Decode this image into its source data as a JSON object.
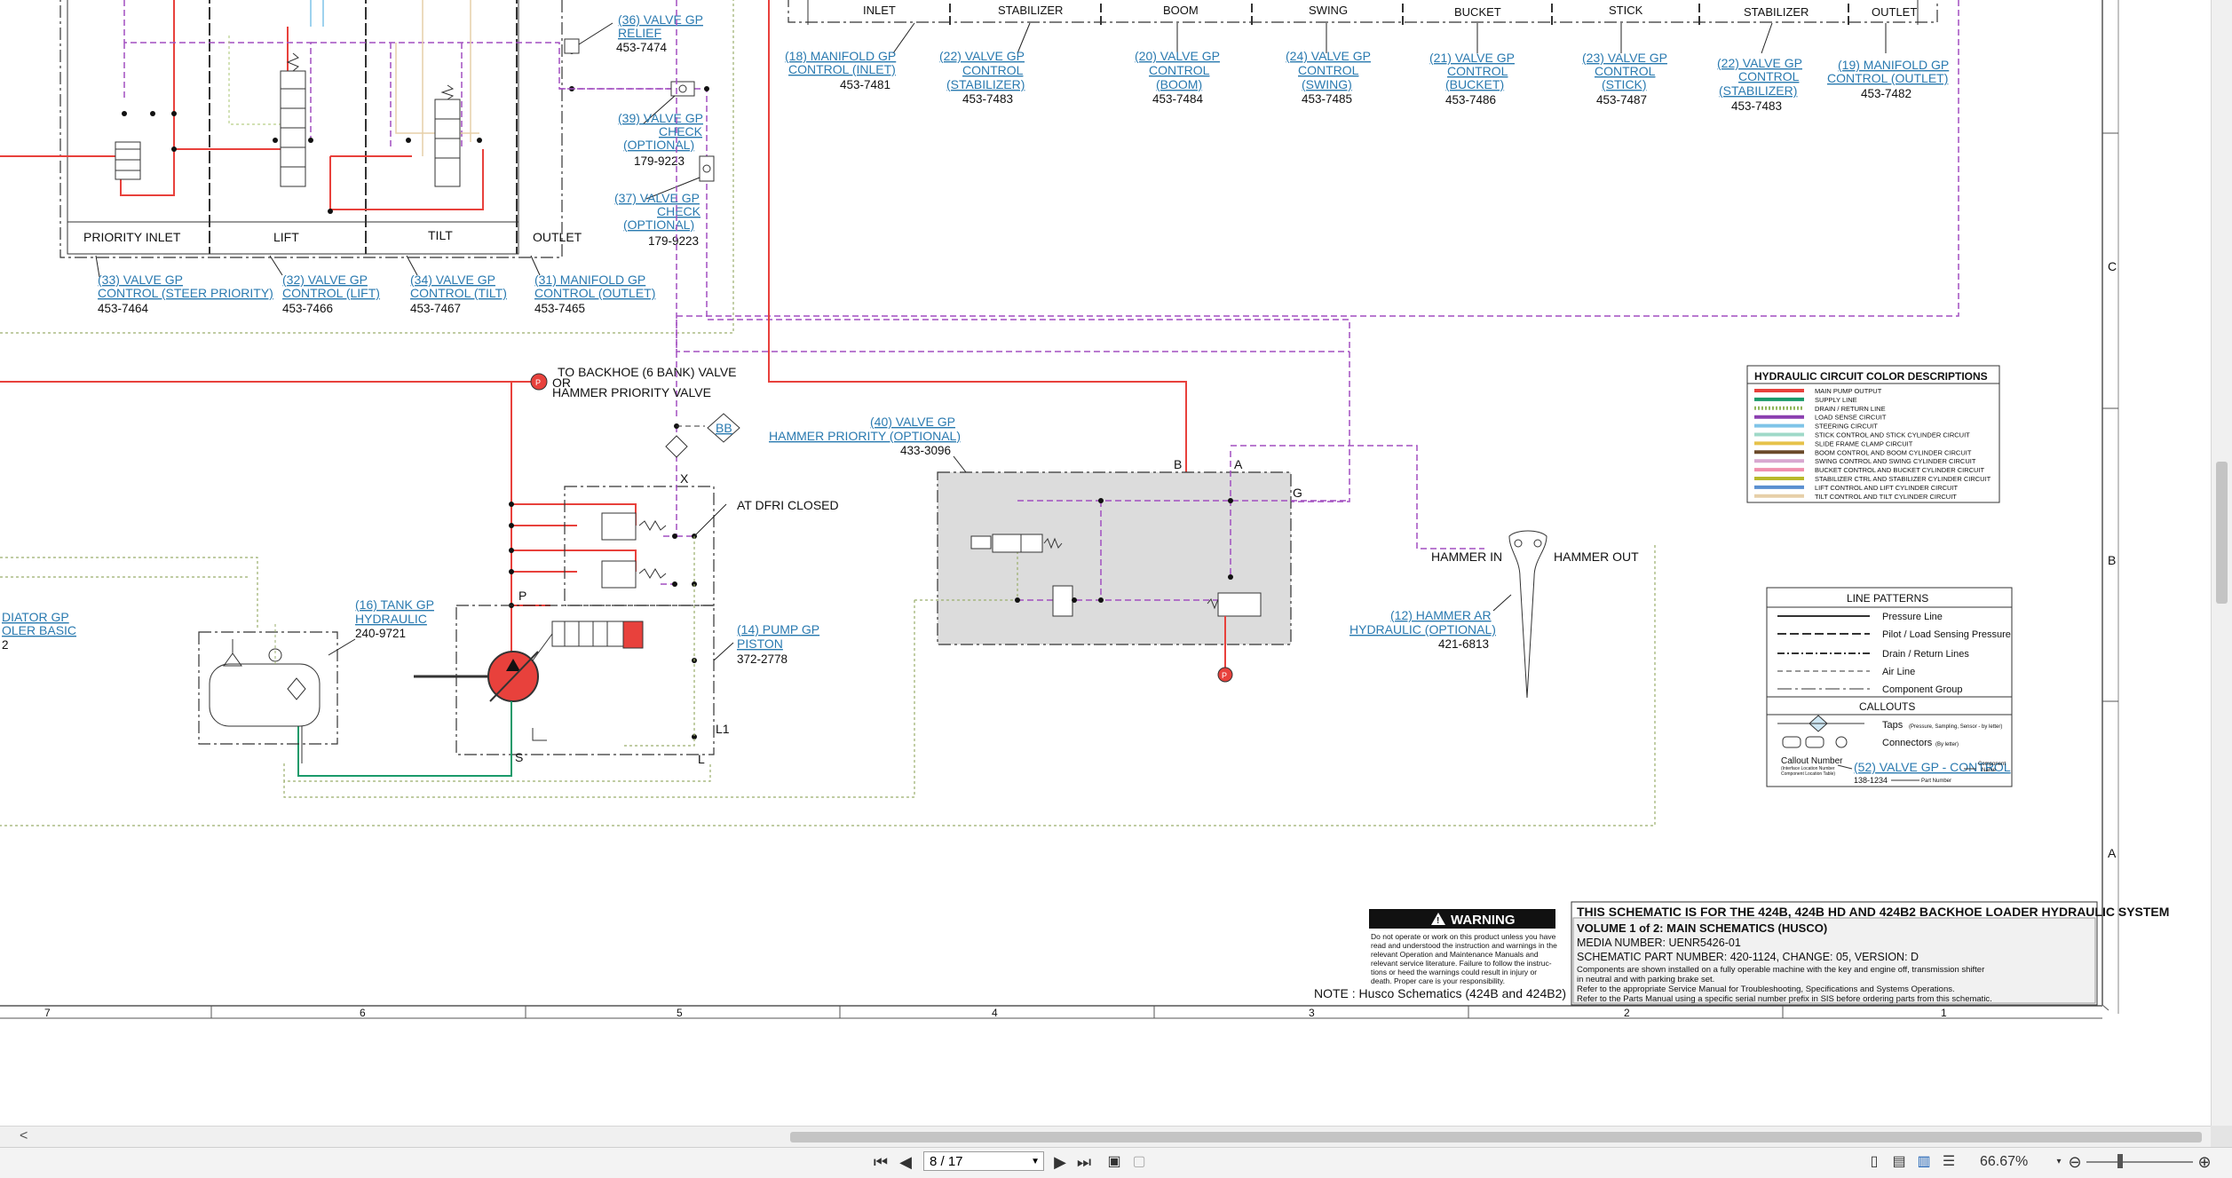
{
  "callouts": {
    "c36": {
      "l1": "(36) VALVE GP",
      "l2": "RELIEF",
      "pn": "453-7474"
    },
    "c39": {
      "l1": "(39) VALVE GP",
      "l2": "CHECK",
      "l3": "(OPTIONAL)",
      "pn": "179-9223"
    },
    "c37": {
      "l1": "(37) VALVE GP",
      "l2": "CHECK",
      "l3": "(OPTIONAL)",
      "pn": "179-9223"
    },
    "c33": {
      "l1": "(33) VALVE GP",
      "l2": "CONTROL (STEER PRIORITY)",
      "pn": "453-7464"
    },
    "c32": {
      "l1": "(32) VALVE GP",
      "l2": "CONTROL (LIFT)",
      "pn": "453-7466"
    },
    "c34": {
      "l1": "(34) VALVE GP",
      "l2": "CONTROL (TILT)",
      "pn": "453-7467"
    },
    "c31": {
      "l1": "(31) MANIFOLD GP",
      "l2": "CONTROL (OUTLET)",
      "pn": "453-7465"
    },
    "c18": {
      "l1": "(18) MANIFOLD GP",
      "l2": "CONTROL (INLET)",
      "pn": "453-7481"
    },
    "c22a": {
      "l1": "(22) VALVE GP",
      "l2": "CONTROL",
      "l3": "(STABILIZER)",
      "pn": "453-7483"
    },
    "c20": {
      "l1": "(20) VALVE GP",
      "l2": "CONTROL",
      "l3": "(BOOM)",
      "pn": "453-7484"
    },
    "c24": {
      "l1": "(24) VALVE GP",
      "l2": "CONTROL",
      "l3": "(SWING)",
      "pn": "453-7485"
    },
    "c21": {
      "l1": "(21) VALVE GP",
      "l2": "CONTROL",
      "l3": "(BUCKET)",
      "pn": "453-7486"
    },
    "c23": {
      "l1": "(23) VALVE GP",
      "l2": "CONTROL",
      "l3": "(STICK)",
      "pn": "453-7487"
    },
    "c22b": {
      "l1": "(22) VALVE GP",
      "l2": "CONTROL",
      "l3": "(STABILIZER)",
      "pn": "453-7483"
    },
    "c19": {
      "l1": "(19) MANIFOLD GP",
      "l2": "CONTROL (OUTLET)",
      "pn": "453-7482"
    },
    "c40": {
      "l1": "(40) VALVE GP",
      "l2": "HAMMER PRIORITY (OPTIONAL)",
      "pn": "433-3096"
    },
    "c16": {
      "l1": "(16) TANK GP",
      "l2": "HYDRAULIC",
      "pn": "240-9721"
    },
    "c14": {
      "l1": "(14) PUMP GP",
      "l2": "PISTON",
      "pn": "372-2778"
    },
    "c12": {
      "l1": "(12) HAMMER AR",
      "l2": "HYDRAULIC (OPTIONAL)",
      "pn": "421-6813"
    },
    "cRad": {
      "l1": "DIATOR GP",
      "l2": "OLER BASIC",
      "pn": "2"
    }
  },
  "section_labels": {
    "priority_inlet": "PRIORITY INLET",
    "lift": "LIFT",
    "tilt": "TILT",
    "outlet": "OUTLET",
    "top": [
      "INLET",
      "STABILIZER",
      "BOOM",
      "SWING",
      "BUCKET",
      "STICK",
      "STABILIZER",
      "OUTLET"
    ]
  },
  "annotations": {
    "backhoe1": "TO BACKHOE (6 BANK) VALVE",
    "backhoe2": "OR",
    "backhoe3": "HAMMER PRIORITY VALVE",
    "bb": "BB",
    "dfri": "AT DFRI CLOSED",
    "hammer_in": "HAMMER IN",
    "hammer_out": "HAMMER OUT",
    "port_x": "X",
    "port_p": "P",
    "port_s": "S",
    "port_l": "L",
    "port_l1": "L1",
    "port_b": "B",
    "port_a": "A",
    "port_g": "G",
    "port_p_small": "P"
  },
  "color_legend": {
    "title": "HYDRAULIC CIRCUIT COLOR DESCRIPTIONS",
    "items": [
      {
        "label": "MAIN PUMP OUTPUT",
        "color": "#e8413c",
        "style": "solid"
      },
      {
        "label": "SUPPLY LINE",
        "color": "#1a9a6a",
        "style": "solid"
      },
      {
        "label": "DRAIN / RETURN LINE",
        "color": "#8fb55a",
        "style": "dotted"
      },
      {
        "label": "LOAD SENSE CIRCUIT",
        "color": "#8b3fb0",
        "style": "solid"
      },
      {
        "label": "STEERING CIRCUIT",
        "color": "#7fc4e8",
        "style": "solid"
      },
      {
        "label": "STICK CONTROL AND STICK CYLINDER CIRCUIT",
        "color": "#9fd9c8",
        "style": "solid"
      },
      {
        "label": "SLIDE FRAME CLAMP CIRCUIT",
        "color": "#e6c24a",
        "style": "solid"
      },
      {
        "label": "BOOM CONTROL AND BOOM CYLINDER CIRCUIT",
        "color": "#6b4a2a",
        "style": "solid"
      },
      {
        "label": "SWING CONTROL AND SWING CYLINDER CIRCUIT",
        "color": "#d8a8d0",
        "style": "solid"
      },
      {
        "label": "BUCKET CONTROL AND BUCKET CYLINDER CIRCUIT",
        "color": "#f08fae",
        "style": "solid"
      },
      {
        "label": "STABILIZER CTRL AND STABILIZER CYLINDER CIRCUIT",
        "color": "#b8b82a",
        "style": "solid"
      },
      {
        "label": "LIFT CONTROL AND LIFT CYLINDER CIRCUIT",
        "color": "#5a8fd0",
        "style": "solid"
      },
      {
        "label": "TILT CONTROL AND TILT CYLINDER CIRCUIT",
        "color": "#e6cfa8",
        "style": "solid"
      }
    ]
  },
  "line_patterns": {
    "title": "LINE PATTERNS",
    "items": [
      "Pressure Line",
      "Pilot / Load Sensing Pressure",
      "Drain / Return Lines",
      "Air Line",
      "Component Group"
    ],
    "callouts_title": "CALLOUTS",
    "taps": "Taps",
    "taps_small": "(Pressure, Sampling, Sensor - by letter)",
    "connectors": "Connectors",
    "connectors_small": "(By letter)",
    "callout_number": "Callout Number",
    "callout_small1": "(Interface Location Number",
    "callout_small2": "Component Location Table)",
    "callout_example": "(52) VALVE GP - CONTROL",
    "callout_pn": "138-1234",
    "component_name": "Component",
    "component_name2": "Name",
    "part_number": "Part Number"
  },
  "warning": {
    "title": "WARNING",
    "lines": [
      "Do not operate or work on this product unless you have",
      "read and understood the instruction and warnings in the",
      "relevant Operation and Maintenance Manuals and",
      "relevant service literature. Failure to follow the instruc-",
      "tions or heed the warnings could result in injury or",
      "death. Proper care is your responsibility."
    ]
  },
  "note": "NOTE : Husco Schematics (424B and 424B2)",
  "title_block": {
    "line1": "THIS SCHEMATIC IS FOR THE 424B, 424B HD AND 424B2  BACKHOE LOADER HYDRAULIC SYSTEM",
    "line2": "VOLUME 1 of 2: MAIN SCHEMATICS (HUSCO)",
    "line3": "MEDIA NUMBER: UENR5426-01",
    "line4": "SCHEMATIC PART NUMBER: 420-1124, CHANGE: 05, VERSION: D",
    "line5": "Components are shown installed on a fully operable machine with the key and engine off, transmission shifter",
    "line6": "in neutral and with parking brake set.",
    "line7": "Refer to the appropriate Service Manual for Troubleshooting, Specifications and Systems Operations.",
    "line8": "Refer to the Parts Manual using a specific serial number prefix in SIS before ordering parts from this schematic."
  },
  "grid": {
    "columns": [
      "7",
      "6",
      "5",
      "4",
      "3",
      "2",
      "1"
    ],
    "rows": [
      "C",
      "B",
      "A"
    ]
  },
  "toolbar": {
    "first": "⏮",
    "prev": "◀",
    "page": "8 / 17",
    "next": "▶",
    "last": "⏭",
    "zoom": "66.67%"
  }
}
